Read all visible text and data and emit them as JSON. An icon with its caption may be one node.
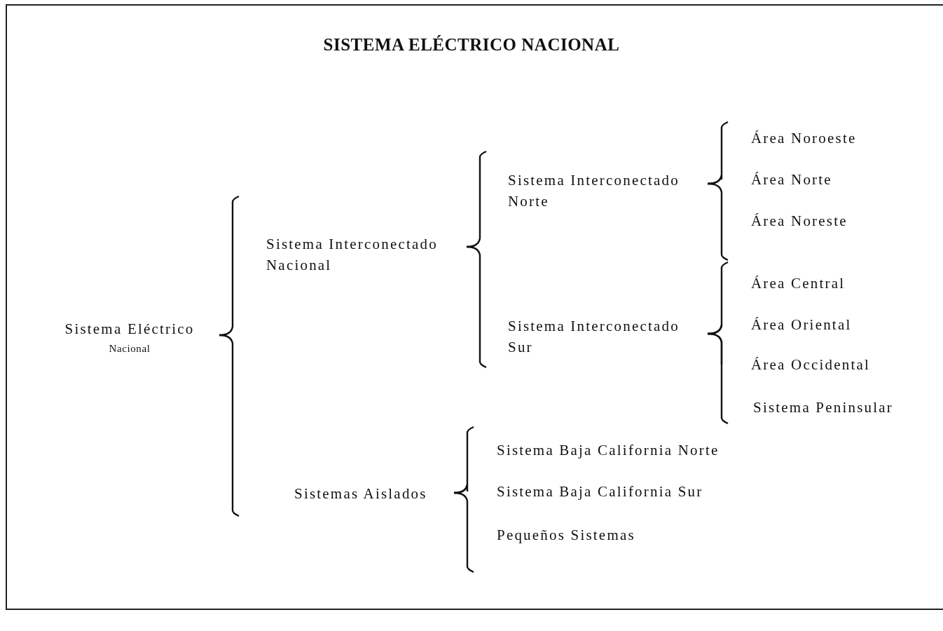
{
  "diagram": {
    "title": "SISTEMA ELÉCTRICO NACIONAL",
    "nodes": [
      {
        "text": [
          "Sistema Eléctrico",
          "Nacional"
        ]
      },
      {
        "text": [
          "Sistema Interconectado Nacional"
        ]
      },
      {
        "text": [
          "Sistemas Aislados"
        ]
      },
      {
        "text": [
          "Sistema Interconectado Norte"
        ]
      },
      {
        "text": [
          "Sistema Interconectado Sur"
        ]
      },
      {
        "text": [
          "Área Noroeste"
        ]
      },
      {
        "text": [
          "Área Norte"
        ]
      },
      {
        "text": [
          "Área Noreste"
        ]
      },
      {
        "text": [
          "Área Central"
        ]
      },
      {
        "text": [
          "Área Oriental"
        ]
      },
      {
        "text": [
          "Área Occidental"
        ]
      },
      {
        "text": [
          "Sistema Peninsular"
        ]
      },
      {
        "text": [
          "Sistema Baja California Norte"
        ]
      },
      {
        "text": [
          "Sistema Baja California Sur"
        ]
      },
      {
        "text": [
          "Pequeños Sistemas"
        ]
      }
    ],
    "edges": [
      {
        "from": 0,
        "to": 1,
        "arrow": "none"
      },
      {
        "from": 0,
        "to": 2,
        "arrow": "none"
      },
      {
        "from": 1,
        "to": 3,
        "arrow": "none"
      },
      {
        "from": 1,
        "to": 4,
        "arrow": "none"
      },
      {
        "from": 3,
        "to": 5,
        "arrow": "none"
      },
      {
        "from": 3,
        "to": 6,
        "arrow": "none"
      },
      {
        "from": 3,
        "to": 7,
        "arrow": "none"
      },
      {
        "from": 4,
        "to": 8,
        "arrow": "none"
      },
      {
        "from": 4,
        "to": 9,
        "arrow": "none"
      },
      {
        "from": 4,
        "to": 10,
        "arrow": "none"
      },
      {
        "from": 4,
        "to": 11,
        "arrow": "none"
      },
      {
        "from": 2,
        "to": 12,
        "arrow": "none"
      },
      {
        "from": 2,
        "to": 13,
        "arrow": "none"
      },
      {
        "from": 2,
        "to": 14,
        "arrow": "none"
      }
    ]
  }
}
